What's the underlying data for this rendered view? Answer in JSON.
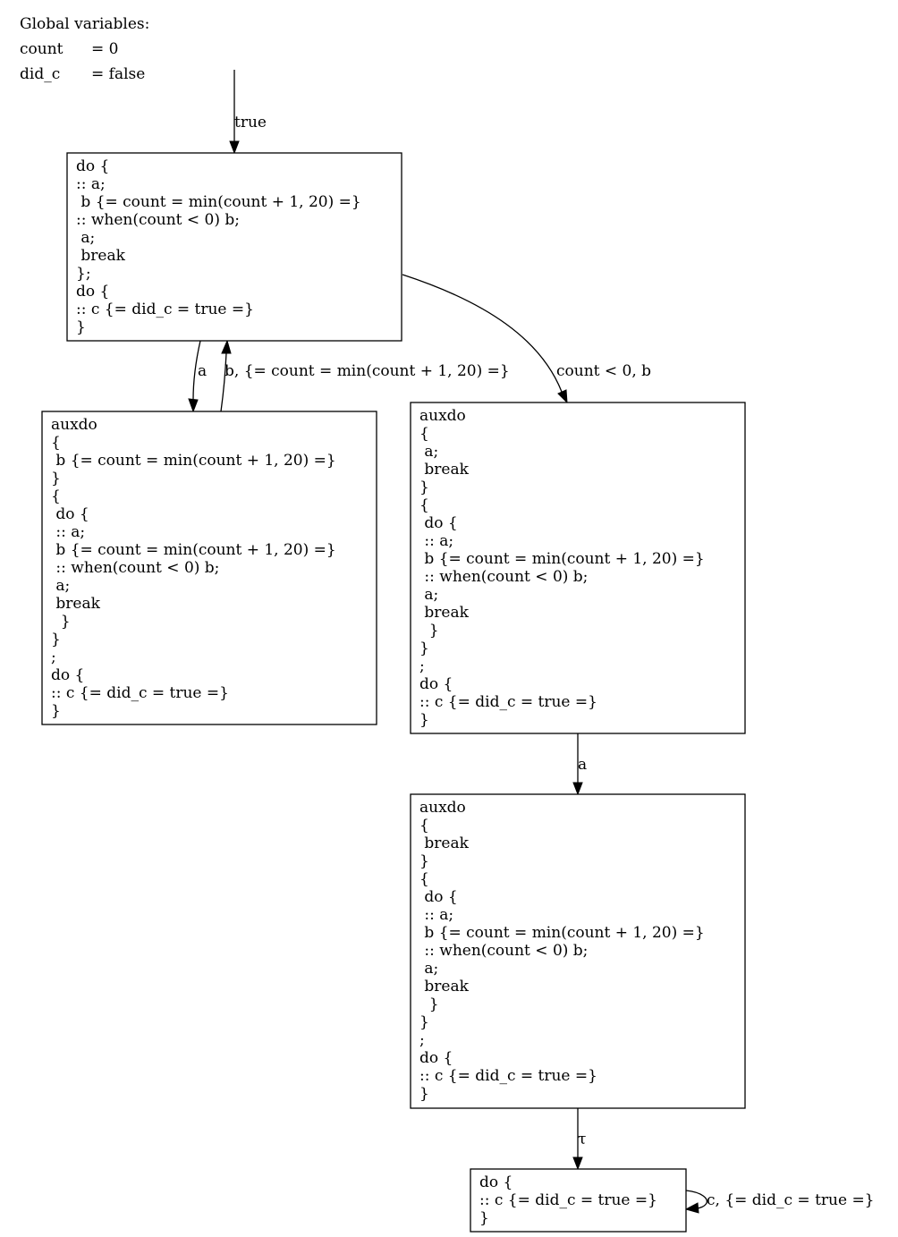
{
  "global_variables": {
    "header": "Global variables:",
    "vars": [
      {
        "name": "count",
        "value": "= 0"
      },
      {
        "name": "did_c",
        "value": "= false"
      }
    ]
  },
  "nodes": [
    {
      "id": "s0",
      "lines": [
        "do {",
        ":: a;",
        " b {= count = min(count + 1, 20) =}",
        ":: when(count < 0) b;",
        " a;",
        " break",
        "};",
        "do {",
        ":: c {= did_c = true =}",
        "}"
      ]
    },
    {
      "id": "s1",
      "lines": [
        "auxdo",
        "{",
        " b {= count = min(count + 1, 20) =}",
        "}",
        "{",
        " do {",
        " :: a;",
        " b {= count = min(count + 1, 20) =}",
        " :: when(count < 0) b;",
        " a;",
        " break",
        "  }",
        "}",
        ";",
        "do {",
        ":: c {= did_c = true =}",
        "}"
      ]
    },
    {
      "id": "s2",
      "lines": [
        "auxdo",
        "{",
        " a;",
        " break",
        "}",
        "{",
        " do {",
        " :: a;",
        " b {= count = min(count + 1, 20) =}",
        " :: when(count < 0) b;",
        " a;",
        " break",
        "  }",
        "}",
        ";",
        "do {",
        ":: c {= did_c = true =}",
        "}"
      ]
    },
    {
      "id": "s3",
      "lines": [
        "auxdo",
        "{",
        " break",
        "}",
        "{",
        " do {",
        " :: a;",
        " b {= count = min(count + 1, 20) =}",
        " :: when(count < 0) b;",
        " a;",
        " break",
        "  }",
        "}",
        ";",
        "do {",
        ":: c {= did_c = true =}",
        "}"
      ]
    },
    {
      "id": "s4",
      "lines": [
        "do {",
        ":: c {= did_c = true =}",
        "}"
      ]
    }
  ],
  "edges": [
    {
      "id": "init",
      "from": "",
      "to": "s0",
      "label": "true"
    },
    {
      "id": "s0-s1",
      "from": "s0",
      "to": "s1",
      "label": "a"
    },
    {
      "id": "s1-s0",
      "from": "s1",
      "to": "s0",
      "label": "b, {= count = min(count + 1, 20) =}"
    },
    {
      "id": "s0-s2",
      "from": "s0",
      "to": "s2",
      "label": "count < 0, b"
    },
    {
      "id": "s2-s3",
      "from": "s2",
      "to": "s3",
      "label": "a"
    },
    {
      "id": "s3-s4",
      "from": "s3",
      "to": "s4",
      "label": "τ"
    },
    {
      "id": "s4-s4",
      "from": "s4",
      "to": "s4",
      "label": "c, {= did_c = true =}"
    }
  ]
}
